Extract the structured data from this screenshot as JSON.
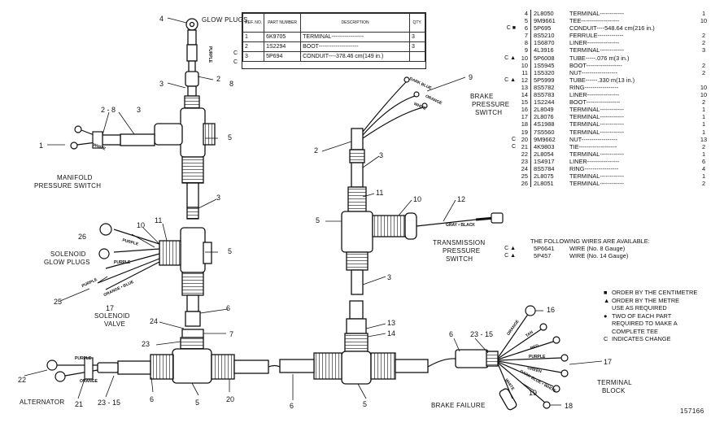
{
  "callouts": {
    "glow_plugs": "GLOW PLUGS",
    "manifold_pressure_switch_1": "MANIFOLD",
    "manifold_pressure_switch_2": "PRESSURE SWITCH",
    "solenoid_glow_plugs_1": "SOLENOID",
    "solenoid_glow_plugs_2": "GLOW PLUGS",
    "solenoid_valve_1": "SOLENOID",
    "solenoid_valve_2": "VALVE",
    "alternator": "ALTERNATOR",
    "brake_pressure_switch_1": "BRAKE",
    "brake_pressure_switch_2": "PRESSURE",
    "brake_pressure_switch_3": "SWITCH",
    "transmission_pressure_switch_1": "TRANSMISSION",
    "transmission_pressure_switch_2": "PRESSURE",
    "transmission_pressure_switch_3": "SWITCH",
    "brake_failure": "BRAKE FAILURE",
    "terminal_block_1": "TERMINAL",
    "terminal_block_2": "BLOCK"
  },
  "wire_labels": {
    "purple": "PURPLE",
    "white": "WHITE",
    "orange": "ORANGE",
    "red": "RED",
    "green": "GREEN",
    "gray": "GRAY",
    "black": "BLACK",
    "gray_black": "GRAY • BLACK",
    "dark_blue": "DARK BLUE",
    "orange_blue": "ORANGE • BLUE",
    "tan": "TAN",
    "dark_blue_white": "DARK BLUE • WHITE"
  },
  "ref_numbers": {
    "n1": "1",
    "n2": "2",
    "n3": "3",
    "n4": "4",
    "n5": "5",
    "n6": "6",
    "n7": "7",
    "n8": "8",
    "n9": "9",
    "n10": "10",
    "n11": "11",
    "n12": "12",
    "n13": "13",
    "n14": "14",
    "n15": "15",
    "n16": "16",
    "n17": "17",
    "n18": "18",
    "n19": "19",
    "n20": "20",
    "n21": "21",
    "n22": "22",
    "n23": "23",
    "n24": "24",
    "n25": "25",
    "n26": "26",
    "n2_8": "2 - 8",
    "n23_15": "23 - 15"
  },
  "small_table": {
    "headers": [
      "REF. NO.",
      "PART NUMBER",
      "DESCRIPTION",
      "QTY."
    ],
    "rows": [
      {
        "mark": "",
        "ref": "1",
        "part": "6K9705",
        "desc": "TERMINAL-----------------",
        "qty": "3"
      },
      {
        "mark": "C",
        "ref": "2",
        "part": "1S2294",
        "desc": "BOOT---------------------",
        "qty": "3"
      },
      {
        "mark": "C",
        "ref": "3",
        "part": "5P694",
        "desc": "CONDUIT----378.46 cm(149 in.)",
        "qty": ""
      }
    ]
  },
  "big_table": {
    "rows": [
      {
        "mark": "",
        "ref": "4",
        "part": "2L8050",
        "desc": "TERMINAL------------",
        "qty": "1"
      },
      {
        "mark": "",
        "ref": "5",
        "part": "9M9661",
        "desc": "TEE-------------------",
        "qty": "10"
      },
      {
        "mark": "C ■",
        "ref": "6",
        "part": "5P695",
        "desc": "CONDUIT----548.64 cm(216 in.)",
        "qty": ""
      },
      {
        "mark": "",
        "ref": "7",
        "part": "8S5210",
        "desc": "FERRULE-------------",
        "qty": "2"
      },
      {
        "mark": "",
        "ref": "8",
        "part": "1S6870",
        "desc": "LINER----------------",
        "qty": "2"
      },
      {
        "mark": "",
        "ref": "9",
        "part": "4L3916",
        "desc": "TERMINAL------------",
        "qty": "3"
      },
      {
        "mark": "C ▲",
        "ref": "10",
        "part": "5P6008",
        "desc": "TUBE-----.076 m(3 in.)",
        "qty": ""
      },
      {
        "mark": "",
        "ref": "10",
        "part": "1S5945",
        "desc": "BOOT------------------",
        "qty": "2"
      },
      {
        "mark": "",
        "ref": "11",
        "part": "1S5320",
        "desc": "NUT------------------",
        "qty": "2"
      },
      {
        "mark": "C ▲",
        "ref": "12",
        "part": "5P5999",
        "desc": "TUBE------.330 m(13 in.)",
        "qty": ""
      },
      {
        "mark": "",
        "ref": "13",
        "part": "8S5782",
        "desc": "RING-----------------",
        "qty": "10"
      },
      {
        "mark": "",
        "ref": "14",
        "part": "8S5783",
        "desc": "LINER----------------",
        "qty": "10"
      },
      {
        "mark": "",
        "ref": "15",
        "part": "1S2244",
        "desc": "BOOT-----------------",
        "qty": "2"
      },
      {
        "mark": "",
        "ref": "16",
        "part": "2L8049",
        "desc": "TERMINAL------------",
        "qty": "1"
      },
      {
        "mark": "",
        "ref": "17",
        "part": "2L8076",
        "desc": "TERMINAL------------",
        "qty": "1"
      },
      {
        "mark": "",
        "ref": "18",
        "part": "4S1988",
        "desc": "TERMINAL------------",
        "qty": "1"
      },
      {
        "mark": "",
        "ref": "19",
        "part": "7S5560",
        "desc": "TERMINAL------------",
        "qty": "1"
      },
      {
        "mark": "C",
        "ref": "20",
        "part": "9M9662",
        "desc": "NUT------------------",
        "qty": "13"
      },
      {
        "mark": "C",
        "ref": "21",
        "part": "4K9803",
        "desc": "TIE-------------------",
        "qty": "2"
      },
      {
        "mark": "",
        "ref": "22",
        "part": "2L8054",
        "desc": "TERMINAL------------",
        "qty": "1"
      },
      {
        "mark": "",
        "ref": "23",
        "part": "1S4917",
        "desc": "LINER----------------",
        "qty": "6"
      },
      {
        "mark": "",
        "ref": "24",
        "part": "8S5784",
        "desc": "RING-----------------",
        "qty": "4"
      },
      {
        "mark": "",
        "ref": "25",
        "part": "2L8075",
        "desc": "TERMINAL------------",
        "qty": "1"
      },
      {
        "mark": "",
        "ref": "26",
        "part": "2L8051",
        "desc": "TERMINAL------------",
        "qty": "2"
      }
    ],
    "available_note": "THE FOLLOWING WIRES ARE AVAILABLE:",
    "wires": [
      {
        "mark": "C ▲",
        "part": "5P6641",
        "desc": "WIRE          (No. 8 Gauge)"
      },
      {
        "mark": "C ▲",
        "part": "5P457",
        "desc": "WIRE          (No. 14 Gauge)"
      }
    ]
  },
  "legend": [
    {
      "sym": "■",
      "text": "ORDER BY THE CENTIMETRE"
    },
    {
      "sym": "▲",
      "text": "ORDER BY THE METRE"
    },
    {
      "sym": "",
      "text": "USE AS REQUIRED"
    },
    {
      "sym": "●",
      "text": "TWO OF EACH PART"
    },
    {
      "sym": "",
      "text": "REQUIRED TO MAKE A"
    },
    {
      "sym": "",
      "text": "COMPLETE TEE"
    },
    {
      "sym": "C",
      "text": "INDICATES CHANGE"
    }
  ],
  "figure_number": "157166"
}
